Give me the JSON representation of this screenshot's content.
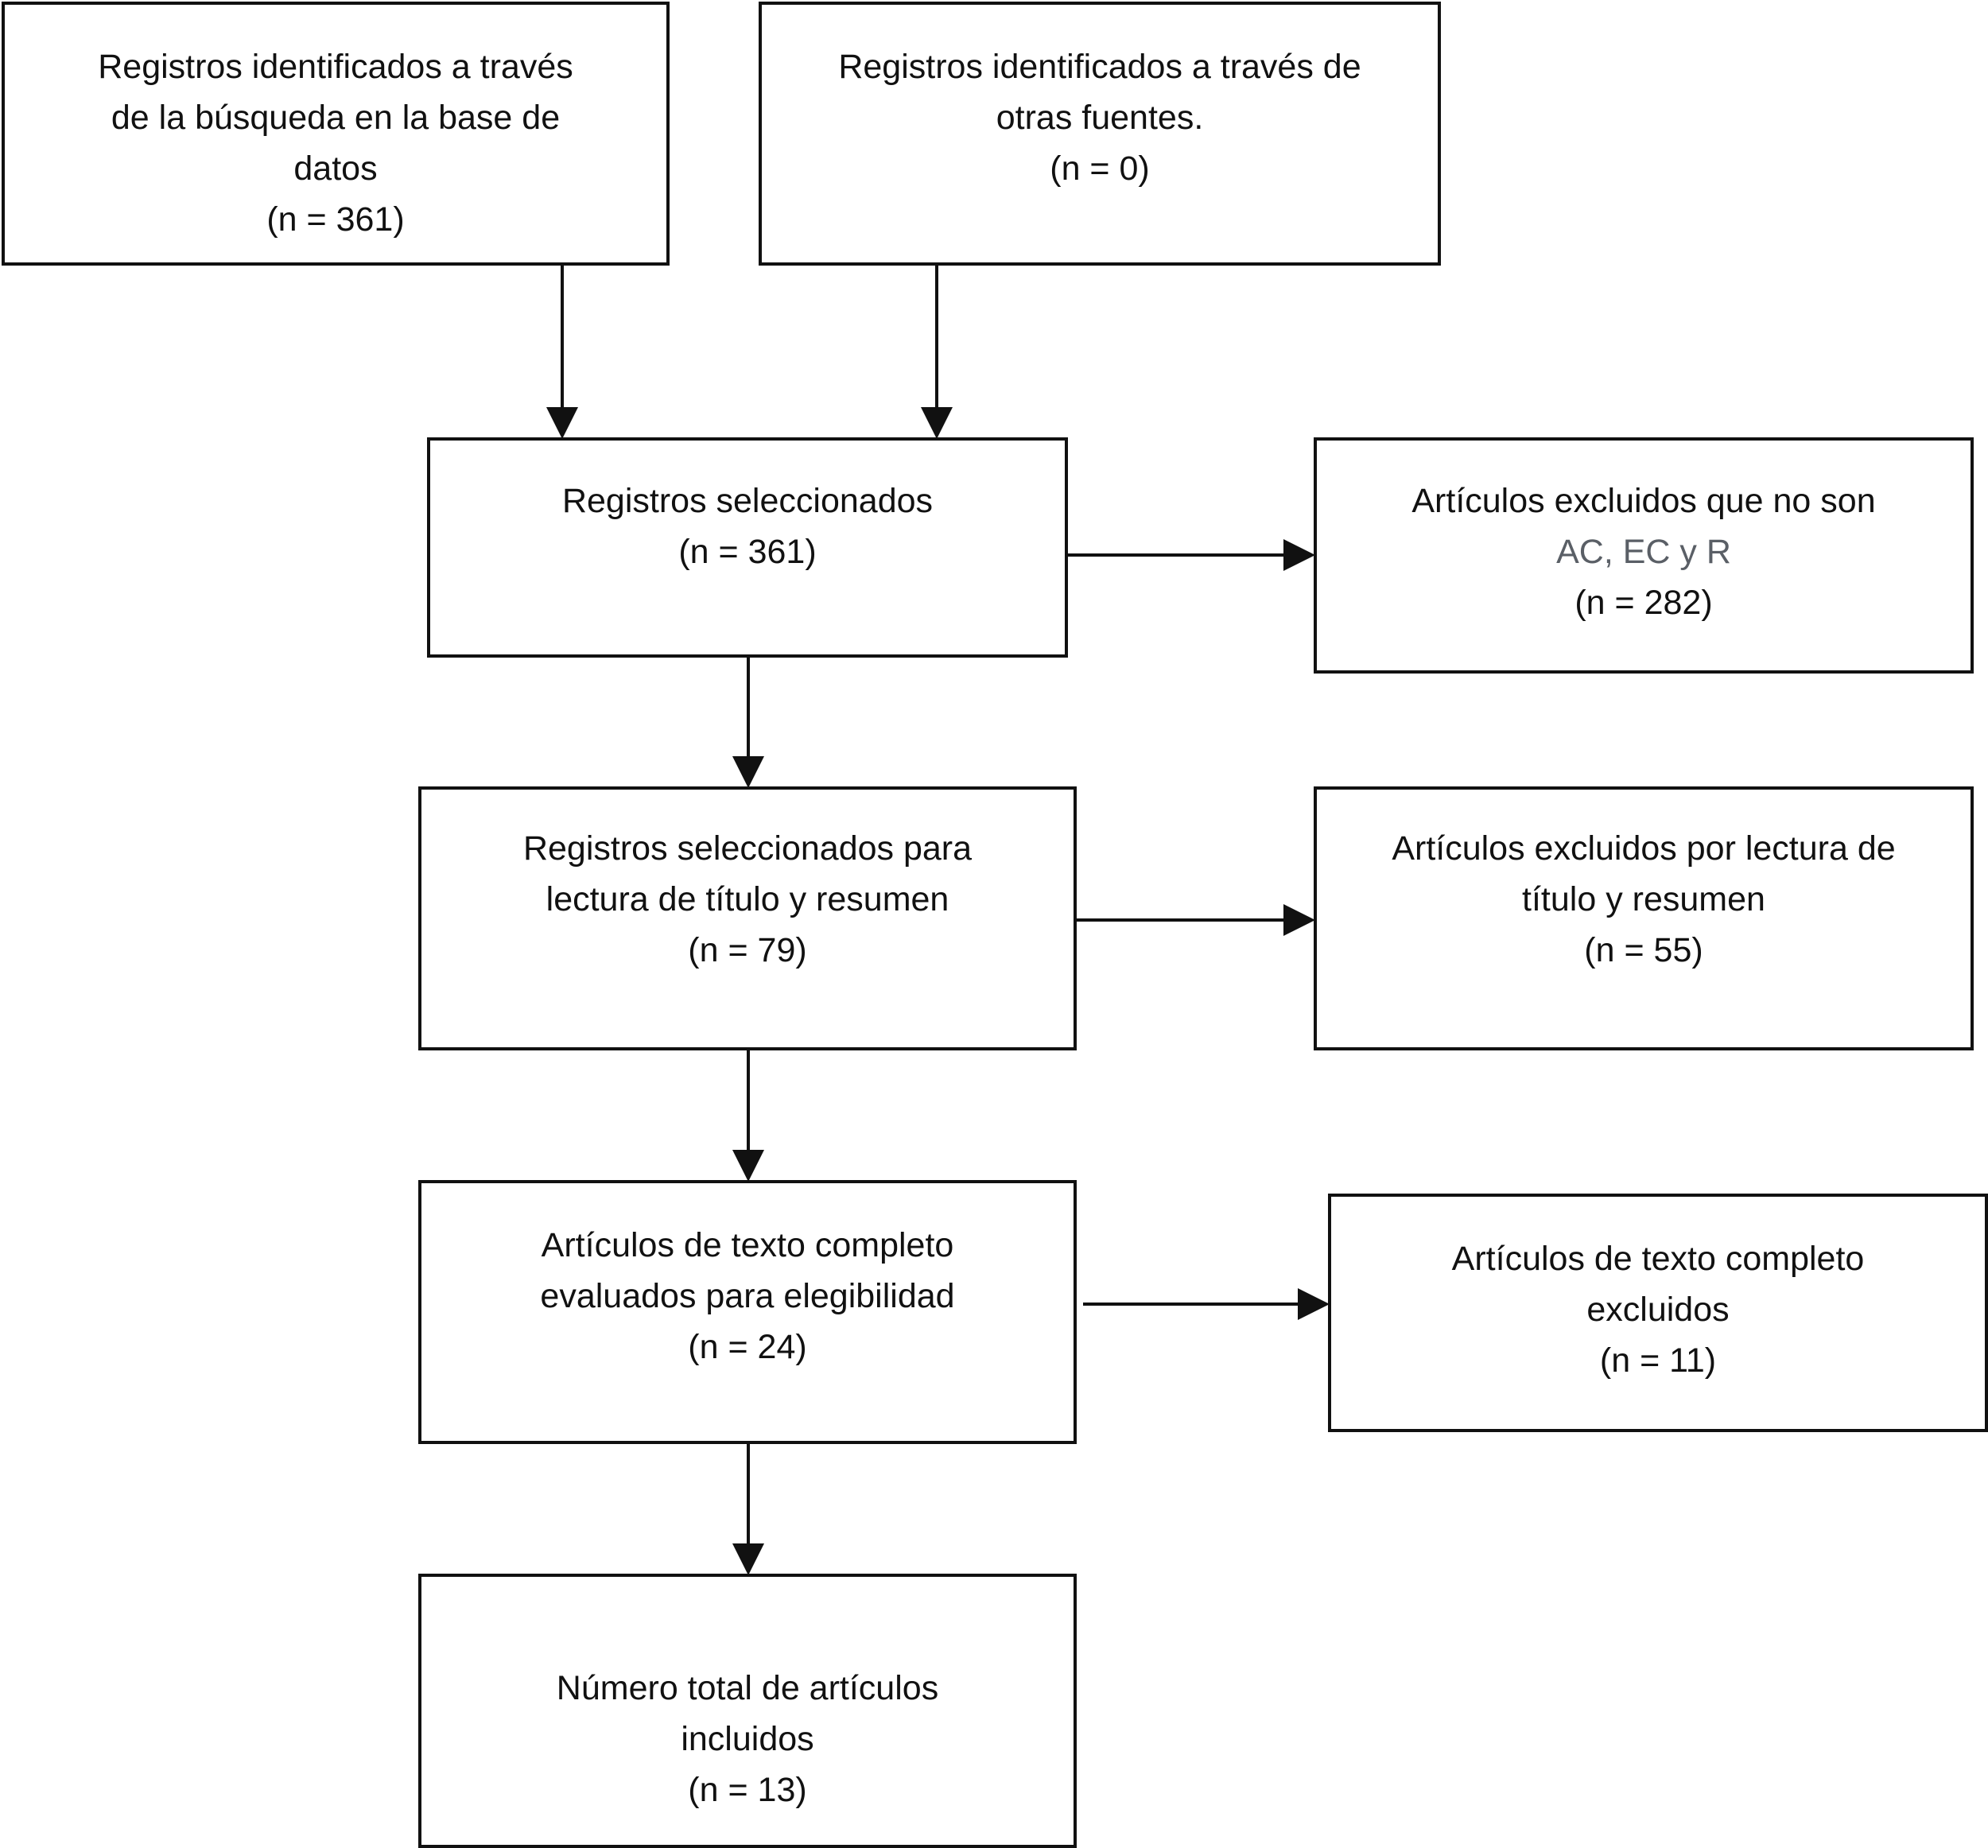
{
  "boxes": {
    "identified_db": {
      "lines": [
        "Registros identificados a través",
        "de la búsqueda en la base de",
        "datos",
        "(n = 361)"
      ]
    },
    "identified_other": {
      "lines": [
        "Registros identificados a través de",
        "otras fuentes.",
        "(n = 0)"
      ]
    },
    "selected": {
      "lines": [
        "Registros seleccionados",
        "(n = 361)"
      ]
    },
    "excluded_not_ac": {
      "line1": "Artículos excluidos que no son",
      "line2": "AC, EC y R",
      "line3": "(n = 282)"
    },
    "title_abstract": {
      "lines": [
        "Registros seleccionados para",
        "lectura de título y resumen",
        "(n = 79)"
      ]
    },
    "excluded_title": {
      "lines": [
        "Artículos excluidos por lectura de",
        "título y resumen",
        "(n = 55)"
      ]
    },
    "fulltext": {
      "lines": [
        "Artículos de texto completo",
        "evaluados para elegibilidad",
        "(n = 24)"
      ]
    },
    "excluded_fulltext": {
      "lines": [
        "Artículos de texto completo",
        "excluidos",
        "(n = 11)"
      ]
    },
    "included": {
      "lines": [
        "Número total de artículos",
        "incluidos",
        "(n = 13)"
      ]
    }
  }
}
